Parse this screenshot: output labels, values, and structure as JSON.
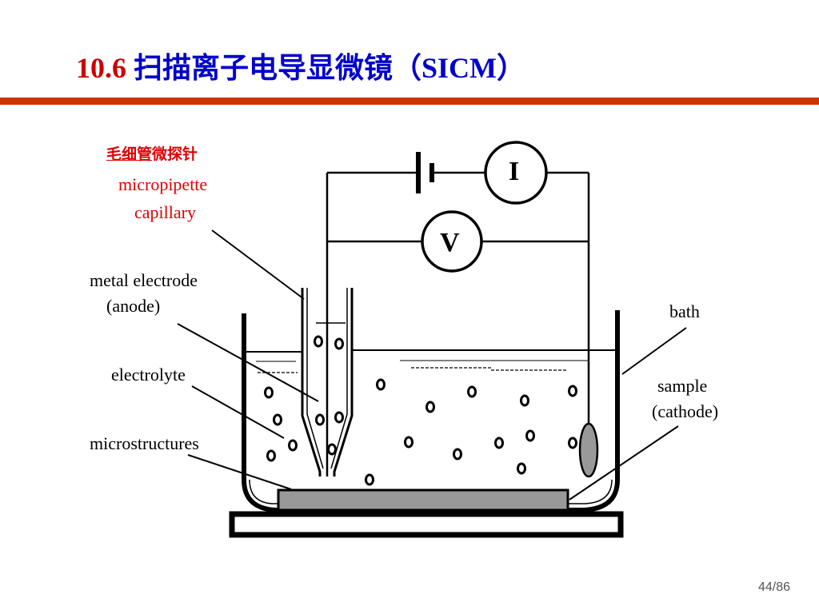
{
  "slide": {
    "title_number": "10.6",
    "title_chinese": "扫描离子电导显微镜（",
    "title_abbr": "SICM",
    "title_close": "）",
    "page": "44/86"
  },
  "colors": {
    "accent_rule": "#cc3300",
    "title_blue": "#0000cc",
    "title_red": "#cc0000",
    "label_red": "#e00000",
    "sample_fill": "#999999"
  },
  "labels": {
    "capillary_cn_underlined": "毛细管",
    "capillary_cn_rest": "微探针",
    "capillary_en_1": "micropipette",
    "capillary_en_2": "capillary",
    "electrode_1": "metal electrode",
    "electrode_2": "(anode)",
    "electrolyte": "electrolyte",
    "microstructures": "microstructures",
    "bath": "bath",
    "sample_1": "sample",
    "sample_2": "(cathode)",
    "current_meter": "I",
    "voltage_meter": "V"
  },
  "icons": {
    "battery": "battery-icon",
    "ion": "ion-circle-icon"
  }
}
